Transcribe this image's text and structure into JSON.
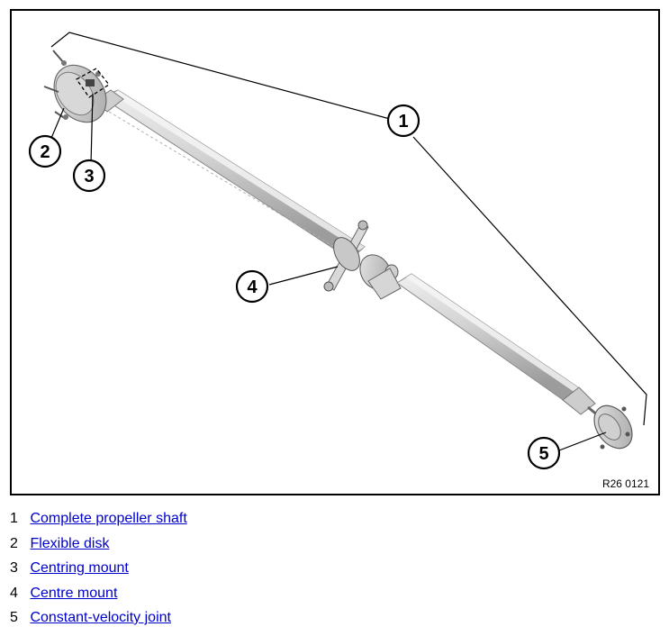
{
  "figure": {
    "code": "R26 0121",
    "callouts": [
      "1",
      "2",
      "3",
      "4",
      "5"
    ]
  },
  "legend": [
    {
      "num": "1",
      "label": "Complete propeller shaft"
    },
    {
      "num": "2",
      "label": "Flexible disk"
    },
    {
      "num": "3",
      "label": "Centring mount"
    },
    {
      "num": "4",
      "label": "Centre mount"
    },
    {
      "num": "5",
      "label": "Constant-velocity joint"
    }
  ]
}
